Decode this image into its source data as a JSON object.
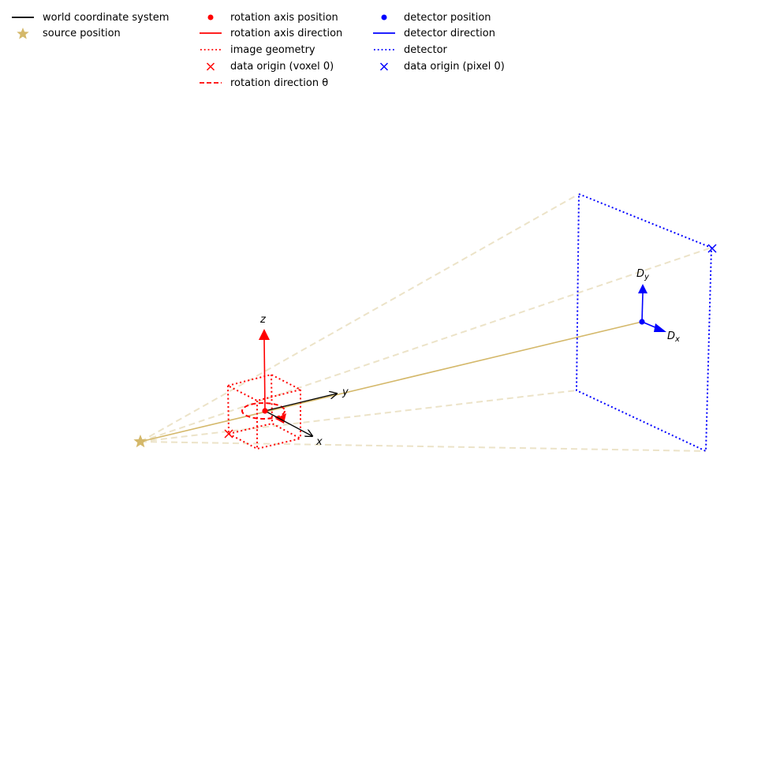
{
  "legend": {
    "columns": [
      [
        {
          "label": "world coordinate system",
          "symbol": "solid-line",
          "color": "#000000"
        },
        {
          "label": "source position",
          "symbol": "star",
          "color": "#d4b86a"
        }
      ],
      [
        {
          "label": "rotation axis position",
          "symbol": "dot",
          "color": "#ff0000"
        },
        {
          "label": "rotation axis direction",
          "symbol": "solid-line",
          "color": "#ff0000"
        },
        {
          "label": "image geometry",
          "symbol": "dotted-line",
          "color": "#ff0000"
        },
        {
          "label": "data origin (voxel 0)",
          "symbol": "x-marker",
          "color": "#ff0000"
        },
        {
          "label": "rotation direction θ",
          "symbol": "dashed-line",
          "color": "#ff0000"
        }
      ],
      [
        {
          "label": "detector position",
          "symbol": "dot",
          "color": "#0000ff"
        },
        {
          "label": "detector direction",
          "symbol": "solid-line",
          "color": "#0000ff"
        },
        {
          "label": "detector",
          "symbol": "dotted-line",
          "color": "#0000ff"
        },
        {
          "label": "data origin (pixel 0)",
          "symbol": "x-marker",
          "color": "#0000ff"
        }
      ]
    ]
  },
  "axes_labels": {
    "x": "x",
    "y": "y",
    "z": "z",
    "dx": "D",
    "dx_sub": "x",
    "dy": "D",
    "dy_sub": "y"
  },
  "colors": {
    "world": "#000000",
    "source": "#d4b86a",
    "beam_faint": "#ece3c8",
    "image": "#ff0000",
    "detector": "#0000ff"
  }
}
